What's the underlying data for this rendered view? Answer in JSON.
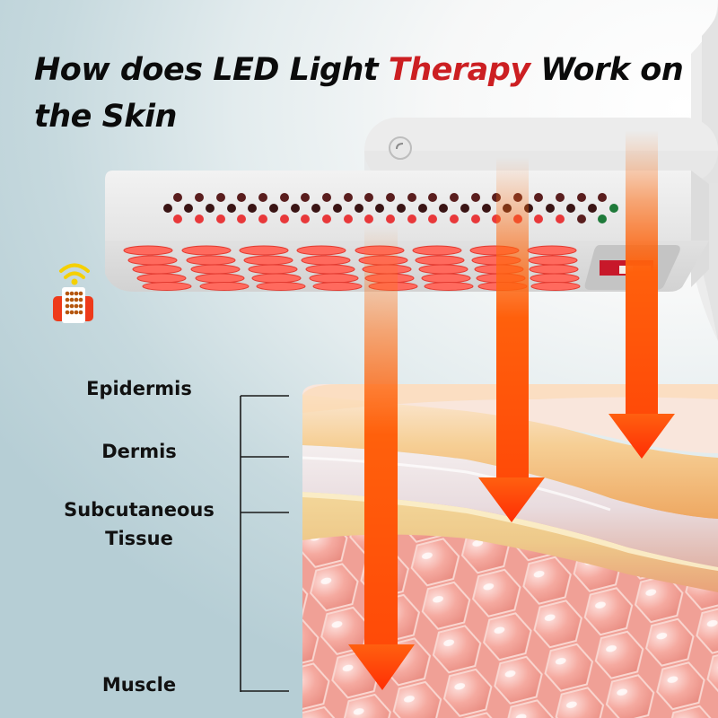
{
  "title": {
    "part1": "How does LED Light ",
    "accent": "Therapy",
    "part2": " Work on the Skin"
  },
  "colors": {
    "title_text": "#0b0b0b",
    "title_accent": "#cc1f22",
    "arrow_top": "#ff6a10",
    "arrow_bottom": "#ff3b05",
    "led_glow": "#ff5a4a",
    "bracket_line": "#1a1a1a",
    "background_light": "#ffffff",
    "background_blue": "#b6ced5"
  },
  "icons": {
    "app_control": "wifi-remote-icon"
  },
  "layers": [
    {
      "label": "Epidermis"
    },
    {
      "label": "Dermis"
    },
    {
      "label": "Subcutaneous Tissue",
      "line1": "Subcutaneous",
      "line2": "Tissue"
    },
    {
      "label": "Muscle"
    }
  ],
  "arrows": [
    {
      "name": "deep",
      "reaches": "Muscle"
    },
    {
      "name": "medium",
      "reaches": "Dermis"
    },
    {
      "name": "shallow",
      "reaches": "Epidermis"
    }
  ]
}
